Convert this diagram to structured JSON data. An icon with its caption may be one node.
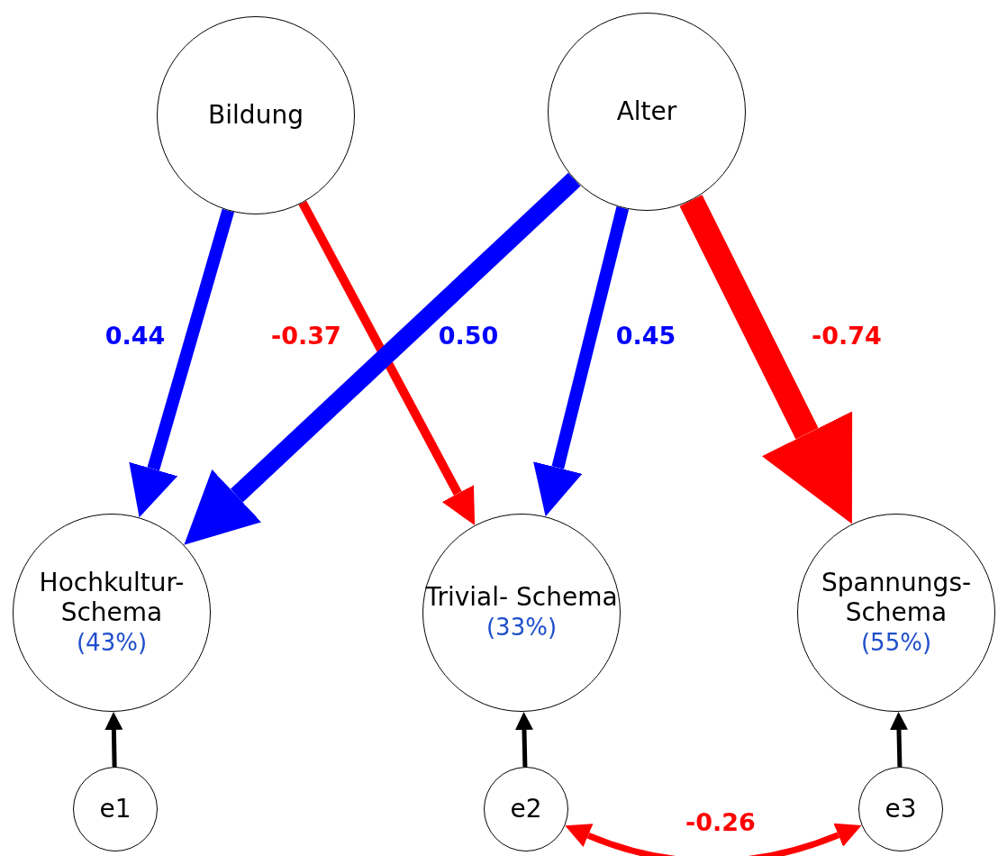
{
  "diagram": {
    "nodes": [
      {
        "text": [
          "Bildung"
        ]
      },
      {
        "text": [
          "Alter"
        ]
      },
      {
        "text": [
          "Hochkultur- Schema",
          "(43%)"
        ]
      },
      {
        "text": [
          "Trivial- Schema",
          "(33%)"
        ]
      },
      {
        "text": [
          "Spannungs- Schema",
          "(55%)"
        ]
      },
      {
        "text": [
          "e1"
        ]
      },
      {
        "text": [
          "e2"
        ]
      },
      {
        "text": [
          "e3"
        ]
      }
    ],
    "edges": [
      {
        "from": 0,
        "to": 2,
        "arrow": "to",
        "label": "0.44",
        "color": "#0000ff"
      },
      {
        "from": 0,
        "to": 3,
        "arrow": "to",
        "label": "-0.37",
        "color": "#ff0000"
      },
      {
        "from": 1,
        "to": 2,
        "arrow": "to",
        "label": "0.50",
        "color": "#0000ff",
        "style": "thick"
      },
      {
        "from": 1,
        "to": 3,
        "arrow": "to",
        "label": "0.45",
        "color": "#0000ff"
      },
      {
        "from": 1,
        "to": 4,
        "arrow": "to",
        "label": "-0.74",
        "color": "#ff0000",
        "style": "thick"
      },
      {
        "from": 5,
        "to": 2,
        "arrow": "to",
        "color": "#000000"
      },
      {
        "from": 6,
        "to": 3,
        "arrow": "to",
        "color": "#000000"
      },
      {
        "from": 7,
        "to": 4,
        "arrow": "to",
        "color": "#000000"
      },
      {
        "from": 6,
        "to": 7,
        "arrow": "both",
        "label": "-0.26",
        "color": "#ff0000"
      }
    ]
  }
}
